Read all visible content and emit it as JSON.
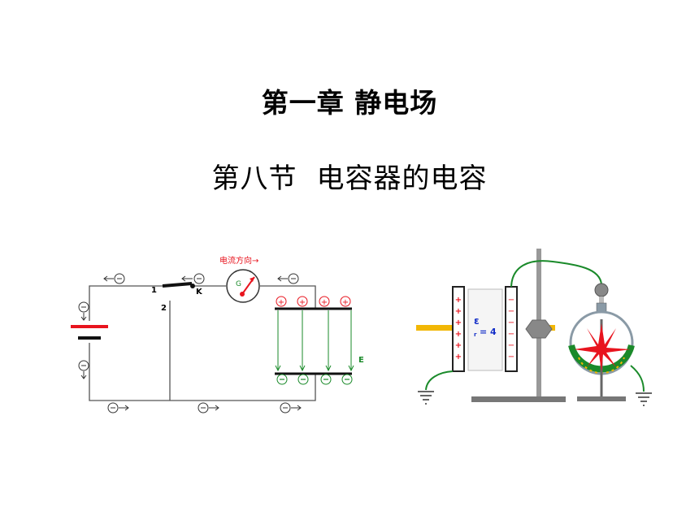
{
  "header": {
    "chapter": "第一章  静电场",
    "section_number": "第八节",
    "section_name": "电容器的电容"
  },
  "circuit": {
    "current_direction_label": "电流方向→",
    "galvanometer_label": "G",
    "switch_label": "K",
    "contact_1": "1",
    "contact_2": "2",
    "field_label": "E",
    "electron_symbol": "⊖",
    "positive_symbol": "+",
    "negative_symbol": "−"
  },
  "apparatus": {
    "dielectric_symbol": "ε",
    "dielectric_subscript": "r",
    "dielectric_value": "= 4",
    "plus_sign": "+",
    "minus_sign": "−"
  },
  "colors": {
    "red": "#e8141e",
    "green": "#1a8a2a",
    "yellow": "#f2b705",
    "gray": "#808080",
    "blue": "#1530c8"
  }
}
